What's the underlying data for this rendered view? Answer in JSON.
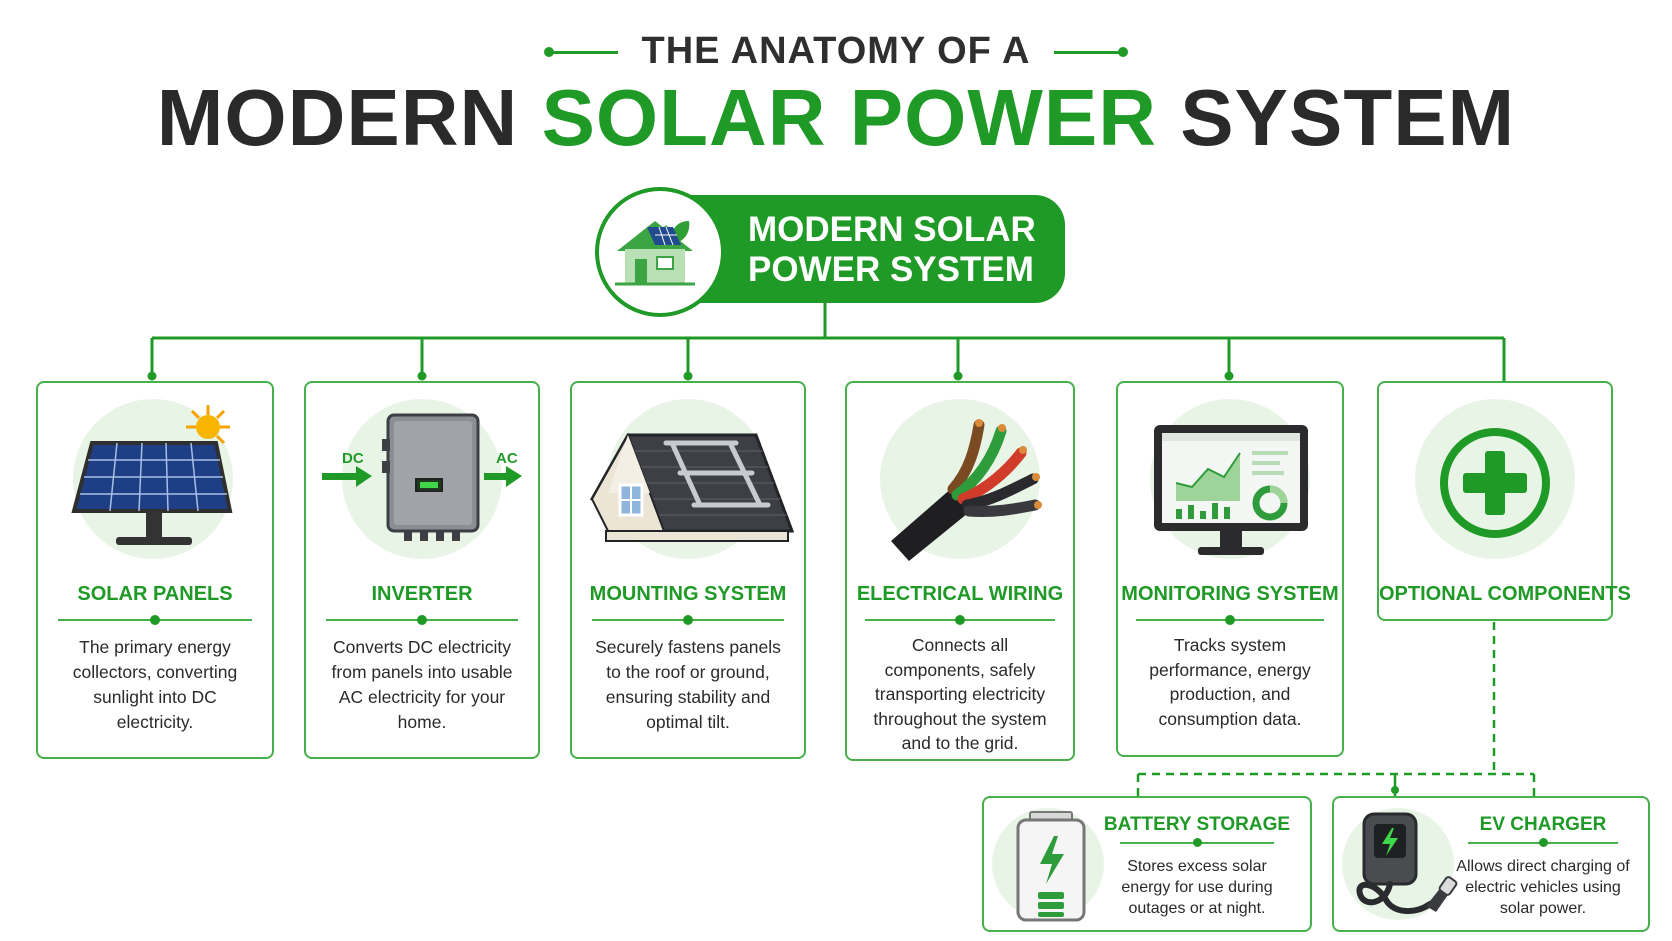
{
  "header": {
    "kicker": "THE ANATOMY OF A",
    "title_part1": "MODERN",
    "title_part2": "SOLAR POWER",
    "title_part3": "SYSTEM"
  },
  "root": {
    "line1": "MODERN SOLAR",
    "line2": "POWER SYSTEM",
    "icon": "solar-house-icon"
  },
  "components": [
    {
      "title": "SOLAR PANELS",
      "description": "The primary energy collectors, converting sunlight into DC electricity.",
      "icon": "solar-panel-icon"
    },
    {
      "title": "INVERTER",
      "description": "Converts DC electricity from panels into usable AC electricity for your home.",
      "icon": "inverter-icon",
      "input_label": "DC",
      "output_label": "AC"
    },
    {
      "title": "MOUNTING SYSTEM",
      "description": "Securely fastens panels to the roof or ground, ensuring stability and optimal tilt.",
      "icon": "roof-mount-icon"
    },
    {
      "title": "ELECTRICAL WIRING",
      "description": "Connects all components, safely transporting electricity throughout the system and to the grid.",
      "icon": "wires-icon"
    },
    {
      "title": "MONITORING SYSTEM",
      "description": "Tracks system performance, energy production, and consumption data.",
      "icon": "monitor-icon"
    },
    {
      "title": "OPTIONAL COMPONENTS",
      "description": "",
      "icon": "plus-icon"
    }
  ],
  "optional": [
    {
      "title": "BATTERY STORAGE",
      "description": "Stores excess solar energy for use during outages or at night.",
      "icon": "battery-icon"
    },
    {
      "title": "EV CHARGER",
      "description": "Allows direct charging of electric vehicles using solar power.",
      "icon": "ev-charger-icon"
    }
  ],
  "colors": {
    "accent": "#1f9a26",
    "accent_light": "#e8f5e6",
    "border": "#46b04a",
    "text": "#2a2a2a"
  }
}
